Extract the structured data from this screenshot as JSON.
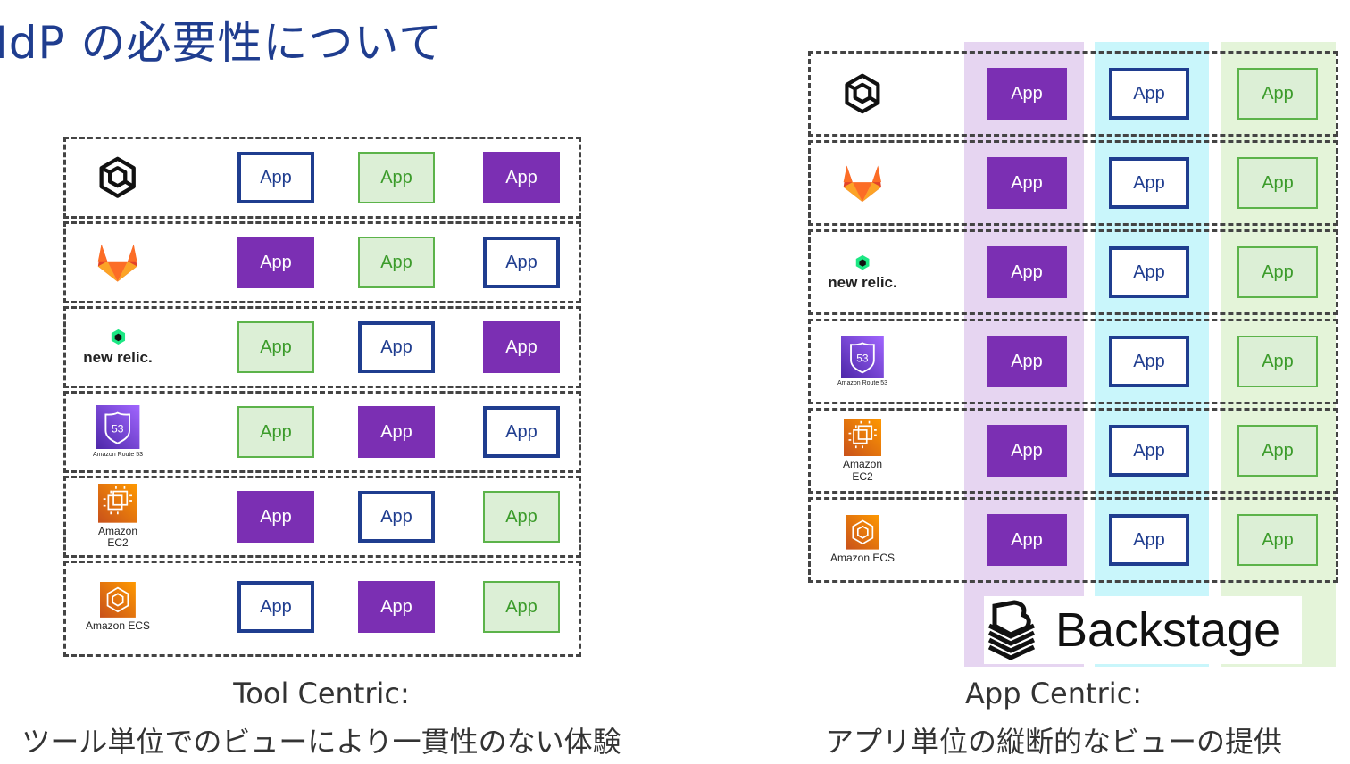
{
  "title": "IdP の必要性について",
  "app_label": "App",
  "colors": {
    "purple": "#7b2fb3",
    "blue": "#1f3d8f",
    "green": "#5cb34a",
    "col_purple": "#e6d5f1",
    "col_cyan": "#c9f6fb",
    "col_green": "#e4f4d9"
  },
  "tools": [
    {
      "icon": "argo-hexagon-icon",
      "label": ""
    },
    {
      "icon": "gitlab-fox-icon",
      "label": ""
    },
    {
      "icon": "new-relic-icon",
      "label": "new relic."
    },
    {
      "icon": "route53-icon",
      "label": "Amazon Route 53"
    },
    {
      "icon": "ec2-icon",
      "label": "Amazon EC2"
    },
    {
      "icon": "ecs-icon",
      "label": "Amazon ECS"
    }
  ],
  "left": {
    "rows": [
      [
        "blue",
        "green",
        "purple"
      ],
      [
        "purple",
        "green",
        "blue"
      ],
      [
        "green",
        "blue",
        "purple"
      ],
      [
        "green",
        "purple",
        "blue"
      ],
      [
        "purple",
        "blue",
        "green"
      ],
      [
        "blue",
        "purple",
        "green"
      ]
    ],
    "caption_line1": "Tool Centric:",
    "caption_line2": "ツール単位でのビューにより一貫性のない体験"
  },
  "right": {
    "columns": [
      "purple",
      "blue",
      "green"
    ],
    "backstage_label": "Backstage",
    "caption_line1": "App Centric:",
    "caption_line2": "アプリ単位の縦断的なビューの提供"
  }
}
